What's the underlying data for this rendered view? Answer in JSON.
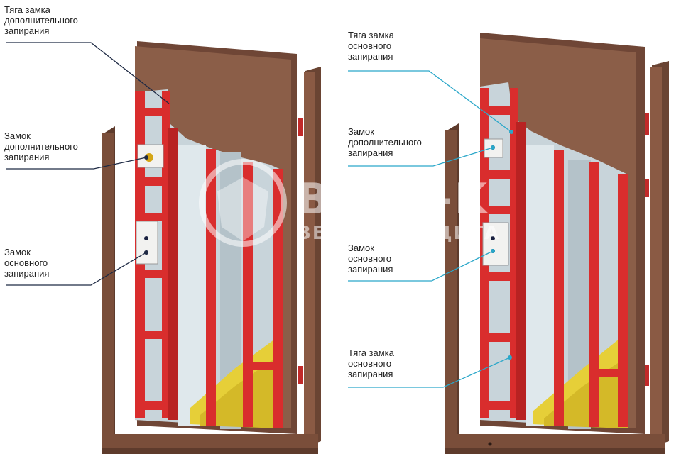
{
  "colors": {
    "frame": "#7a4e3a",
    "door_panel": "#8b5e48",
    "rib": "#d92d2d",
    "steel": "#c8d4da",
    "insulation": "#e6cf38",
    "line_left": "#1e2a44",
    "line_right": "#2aa7c9"
  },
  "labels": {
    "left_rod_extra": "Тяга замка\nдополнительного\nзапирания",
    "left_lock_extra": "Замок\nдополнительного\nзапирания",
    "left_lock_main": "Замок\nосновного\nзапирания",
    "right_rod_main_top": "Тяга замка\nосновного\nзапирания",
    "right_lock_extra": "Замок\nдополнительного\nзапирания",
    "right_lock_main": "Замок\nосновного\nзапирания",
    "right_rod_main_bottom": "Тяга замка\nосновного\nзапирания"
  },
  "watermark": {
    "brand": "BARS-K",
    "slogan": "ВЕРНАЯ ЗАЩИТА"
  }
}
